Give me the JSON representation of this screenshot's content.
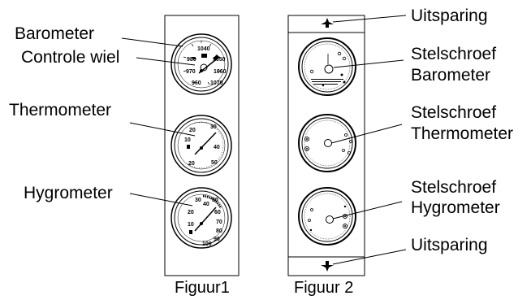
{
  "figure1": {
    "caption": "Figuur1",
    "labels": {
      "barometer": "Barometer",
      "control_wheel": "Controle wiel",
      "thermometer": "Thermometer",
      "hygrometer": "Hygrometer"
    },
    "barometer_dial": [
      "1040",
      "980",
      "1050",
      "970",
      "1060",
      "960",
      "1070"
    ],
    "thermometer_dial": [
      "30",
      "20",
      "10",
      "40",
      "20",
      "50"
    ],
    "hygrometer_dial": [
      "30",
      "50",
      "40",
      "20",
      "60",
      "10",
      "70",
      "80",
      "90",
      "100"
    ]
  },
  "figure2": {
    "caption": "Figuur 2",
    "labels": {
      "recess_top": "Uitsparing",
      "adjust_barometer_1": "Stelschroef",
      "adjust_barometer_2": "Barometer",
      "adjust_thermometer_1": "Stelschroef",
      "adjust_thermometer_2": "Thermometer",
      "adjust_hygrometer_1": "Stelschroef",
      "adjust_hygrometer_2": "Hygrometer",
      "recess_bottom": "Uitsparing"
    }
  }
}
